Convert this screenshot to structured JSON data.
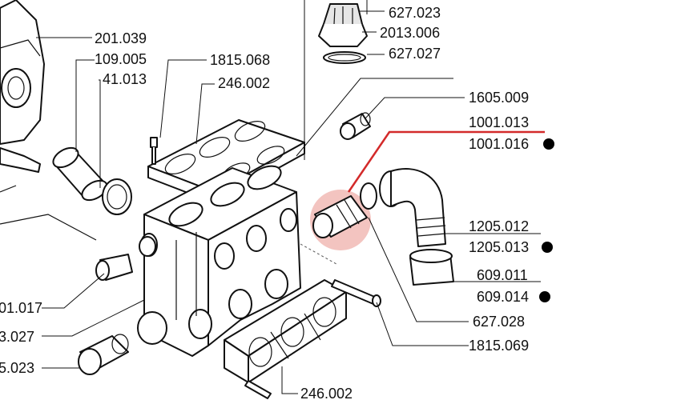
{
  "labels": {
    "p627_023": "627.023",
    "p2013_006": "2013.006",
    "p627_027": "627.027",
    "p201_039": "201.039",
    "p109_005": "109.005",
    "p41_013": "41.013",
    "p1815_068": "1815.068",
    "p246_002_top": "246.002",
    "p1605_009": "1605.009",
    "p1001_013": "1001.013",
    "p1001_016": "1001.016",
    "p1205_012": "1205.012",
    "p1205_013": "1205.013",
    "p609_011": "609.011",
    "p609_014": "609.014",
    "p627_028": "627.028",
    "p1815_069": "1815.069",
    "p246_002_bottom": "246.002",
    "p01_017": "01.017",
    "p3_027": "3.027",
    "p5_023": "5.023"
  },
  "colors": {
    "highlight_line": "#d32a2a",
    "highlight_fill": "#f3c4c0",
    "bullet": "#000000"
  }
}
